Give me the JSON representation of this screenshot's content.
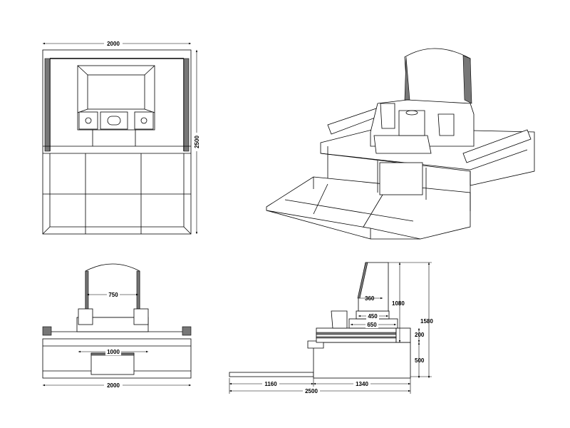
{
  "plan_view": {
    "width_dim": "2000",
    "depth_dim": "2500"
  },
  "front_view": {
    "stone_width_dim": "750",
    "inner_width_dim": "1000",
    "total_width_dim": "2000"
  },
  "side_view": {
    "stone_depth_dim": "360",
    "stone_height_dim": "1080",
    "total_height_dim": "1580",
    "base1_dim": "450",
    "base2_dim": "650",
    "platform_height_dim": "200",
    "foundation_height_dim": "500",
    "front_depth_dim": "1160",
    "rear_depth_dim": "1340",
    "total_depth_dim": "2500"
  }
}
